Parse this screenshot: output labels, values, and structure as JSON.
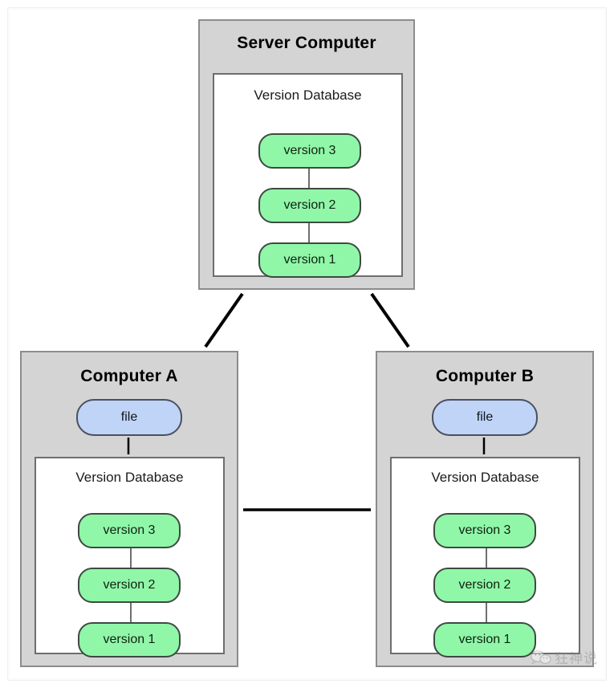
{
  "diagram": {
    "title_hidden": "Centralized / Distributed Version Control Diagram",
    "server": {
      "label": "Server Computer",
      "database": {
        "label": "Version Database",
        "versions": [
          "version 3",
          "version 2",
          "version 1"
        ]
      }
    },
    "computers": [
      {
        "label": "Computer A",
        "file_label": "file",
        "database": {
          "label": "Version Database",
          "versions": [
            "version 3",
            "version 2",
            "version 1"
          ]
        }
      },
      {
        "label": "Computer B",
        "file_label": "file",
        "database": {
          "label": "Version Database",
          "versions": [
            "version 3",
            "version 2",
            "version 1"
          ]
        }
      }
    ],
    "connectors": [
      {
        "name": "server-to-computer-a",
        "type": "double-arrow"
      },
      {
        "name": "server-to-computer-b",
        "type": "double-arrow"
      },
      {
        "name": "computer-a-to-computer-b",
        "type": "double-arrow"
      },
      {
        "name": "db-to-file-a",
        "type": "single-arrow-up"
      },
      {
        "name": "db-to-file-b",
        "type": "single-arrow-up"
      }
    ],
    "colors": {
      "panel_fill": "#d4d4d4",
      "panel_border": "#8c8c8c",
      "database_fill": "#ffffff",
      "database_border": "#6e6e6e",
      "version_fill": "#90f7a9",
      "version_border": "#3d4a40",
      "file_fill": "#bfd4f7",
      "file_border": "#4a5060",
      "arrow": "#000000",
      "background": "#ffffff"
    }
  },
  "watermark": {
    "icon": "wechat-icon",
    "text": "狂神说"
  }
}
